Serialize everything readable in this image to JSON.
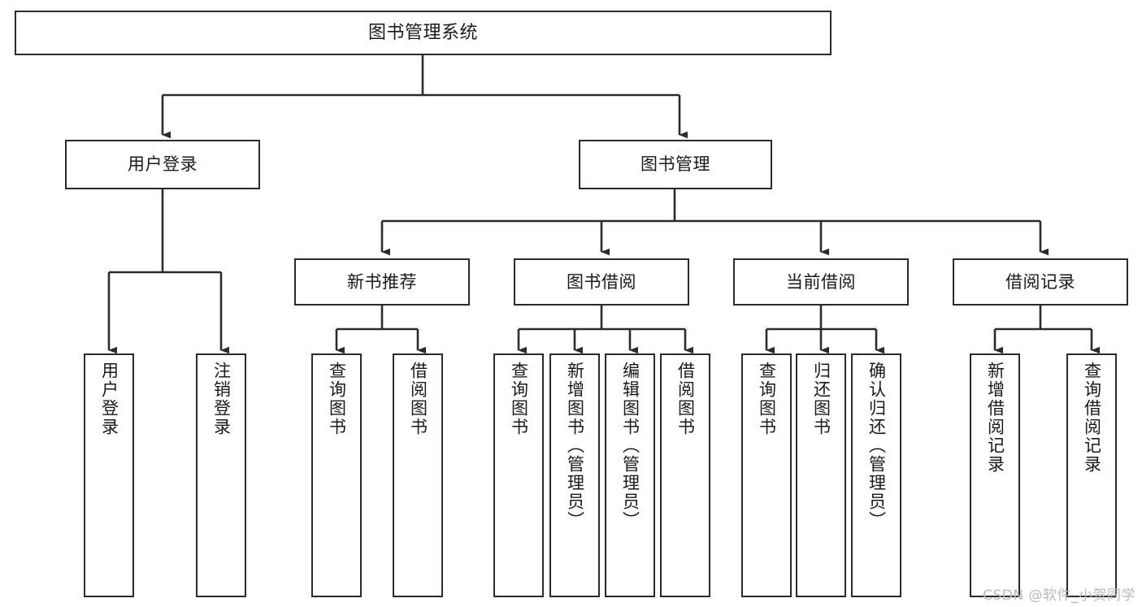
{
  "diagram": {
    "type": "tree-hierarchy",
    "title": "图书管理系统",
    "orientation": "top-down",
    "colors": {
      "background": "#ffffff",
      "node_border": "#2b2b2b",
      "node_fill": "#ffffff",
      "text": "#1a1a1a",
      "connector": "#2b2b2b",
      "watermark": "#b9b9b9"
    },
    "root": {
      "label": "图书管理系统"
    },
    "level2": [
      {
        "label": "用户登录"
      },
      {
        "label": "图书管理"
      }
    ],
    "level3": [
      {
        "label": "新书推荐"
      },
      {
        "label": "图书借阅"
      },
      {
        "label": "当前借阅"
      },
      {
        "label": "借阅记录"
      }
    ],
    "leaves": {
      "user_login": [
        {
          "label": "用户登录"
        },
        {
          "label": "注销登录"
        }
      ],
      "new_book_recommend": [
        {
          "label": "查询图书"
        },
        {
          "label": "借阅图书"
        }
      ],
      "book_borrow": [
        {
          "label": "查询图书"
        },
        {
          "label": "新增图书（管理员）"
        },
        {
          "label": "编辑图书（管理员）"
        },
        {
          "label": "借阅图书"
        }
      ],
      "current_borrow": [
        {
          "label": "查询图书"
        },
        {
          "label": "归还图书"
        },
        {
          "label": "确认归还（管理员）"
        }
      ],
      "borrow_record": [
        {
          "label": "新增借阅记录"
        },
        {
          "label": "查询借阅记录"
        }
      ]
    },
    "watermark": "CSDN @软件_小贺同学"
  }
}
